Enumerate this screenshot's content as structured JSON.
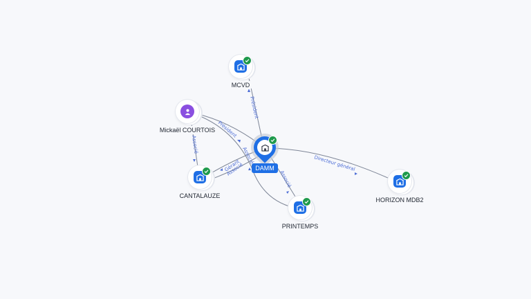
{
  "nodes": {
    "damm": {
      "label": "DAMM",
      "icon": "building-icon",
      "verified": true
    },
    "mcvd": {
      "label": "MCVD",
      "icon": "building-icon",
      "verified": true
    },
    "mickael": {
      "label": "Mickaël COURTOIS",
      "icon": "person-icon",
      "verified": false
    },
    "cantalauze": {
      "label": "CANTALAUZE",
      "icon": "building-icon",
      "verified": true
    },
    "printemps": {
      "label": "PRINTEMPS",
      "icon": "building-icon",
      "verified": true
    },
    "horizon": {
      "label": "HORIZON MDB2",
      "icon": "building-icon",
      "verified": true
    }
  },
  "edges": {
    "damm_mcvd": "Président",
    "mickael_damm": "Président",
    "mickael_cantalauze": "Associé",
    "damm_cantalauze_1": "Gérant",
    "damm_cantalauze_2": "Associé",
    "mickael_printemps": "Associé",
    "damm_printemps": "Associé",
    "damm_horizon": "Directeur général"
  },
  "colors": {
    "company": "#1f6fe5",
    "person": "#8a4fe0",
    "verified": "#1f9a4c",
    "edge_label": "#4f6fd6"
  }
}
